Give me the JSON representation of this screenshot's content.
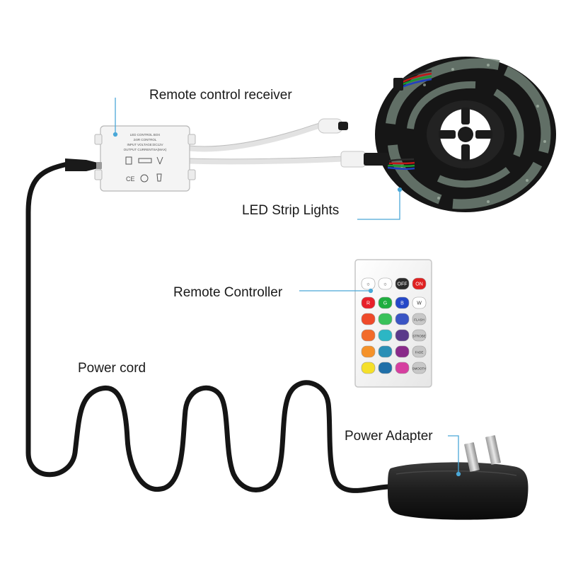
{
  "labels": {
    "receiver": "Remote control receiver",
    "strip": "LED Strip Lights",
    "remote": "Remote Controller",
    "cord": "Power cord",
    "adapter": "Power Adapter"
  },
  "receiver_box": {
    "print_lines": [
      "LED CONTROL BOX",
      "24IR CONTROL",
      "INPUT VOLTAGE:DC12V",
      "OUTPUT CURRENT:6A(MAX)"
    ]
  },
  "remote": {
    "buttons": [
      {
        "text": "☼",
        "color": "#ffffff",
        "fg": "#333333"
      },
      {
        "text": "☼",
        "color": "#ffffff",
        "fg": "#333333"
      },
      {
        "text": "OFF",
        "color": "#2a2a2a",
        "fg": "#ffffff"
      },
      {
        "text": "ON",
        "color": "#e02020",
        "fg": "#ffffff"
      },
      {
        "text": "R",
        "color": "#e8202a",
        "fg": "#ffffff"
      },
      {
        "text": "G",
        "color": "#1fae3f",
        "fg": "#ffffff"
      },
      {
        "text": "B",
        "color": "#2548c8",
        "fg": "#ffffff"
      },
      {
        "text": "W",
        "color": "#ffffff",
        "fg": "#333333"
      },
      {
        "text": "",
        "color": "#ef4a2a",
        "fg": "#ffffff"
      },
      {
        "text": "",
        "color": "#39c25a",
        "fg": "#ffffff"
      },
      {
        "text": "",
        "color": "#3a55c4",
        "fg": "#ffffff"
      },
      {
        "text": "FLASH",
        "color": "#c8c8c8",
        "fg": "#333333"
      },
      {
        "text": "",
        "color": "#f26b2a",
        "fg": "#ffffff"
      },
      {
        "text": "",
        "color": "#2cb6c4",
        "fg": "#ffffff"
      },
      {
        "text": "",
        "color": "#5a3a8a",
        "fg": "#ffffff"
      },
      {
        "text": "STROBE",
        "color": "#c8c8c8",
        "fg": "#333333"
      },
      {
        "text": "",
        "color": "#f5922a",
        "fg": "#ffffff"
      },
      {
        "text": "",
        "color": "#2a8fb6",
        "fg": "#ffffff"
      },
      {
        "text": "",
        "color": "#8a2a8a",
        "fg": "#ffffff"
      },
      {
        "text": "FADE",
        "color": "#c8c8c8",
        "fg": "#333333"
      },
      {
        "text": "",
        "color": "#f5e02a",
        "fg": "#ffffff"
      },
      {
        "text": "",
        "color": "#1f6fa8",
        "fg": "#ffffff"
      },
      {
        "text": "",
        "color": "#d63fa0",
        "fg": "#ffffff"
      },
      {
        "text": "SMOOTH",
        "color": "#c8c8c8",
        "fg": "#333333"
      }
    ]
  },
  "colors": {
    "leader_line": "#4aa8d8",
    "cord": "#151515",
    "receiver_body": "#f4f4f4",
    "strip_body": "#1c1c1c"
  }
}
